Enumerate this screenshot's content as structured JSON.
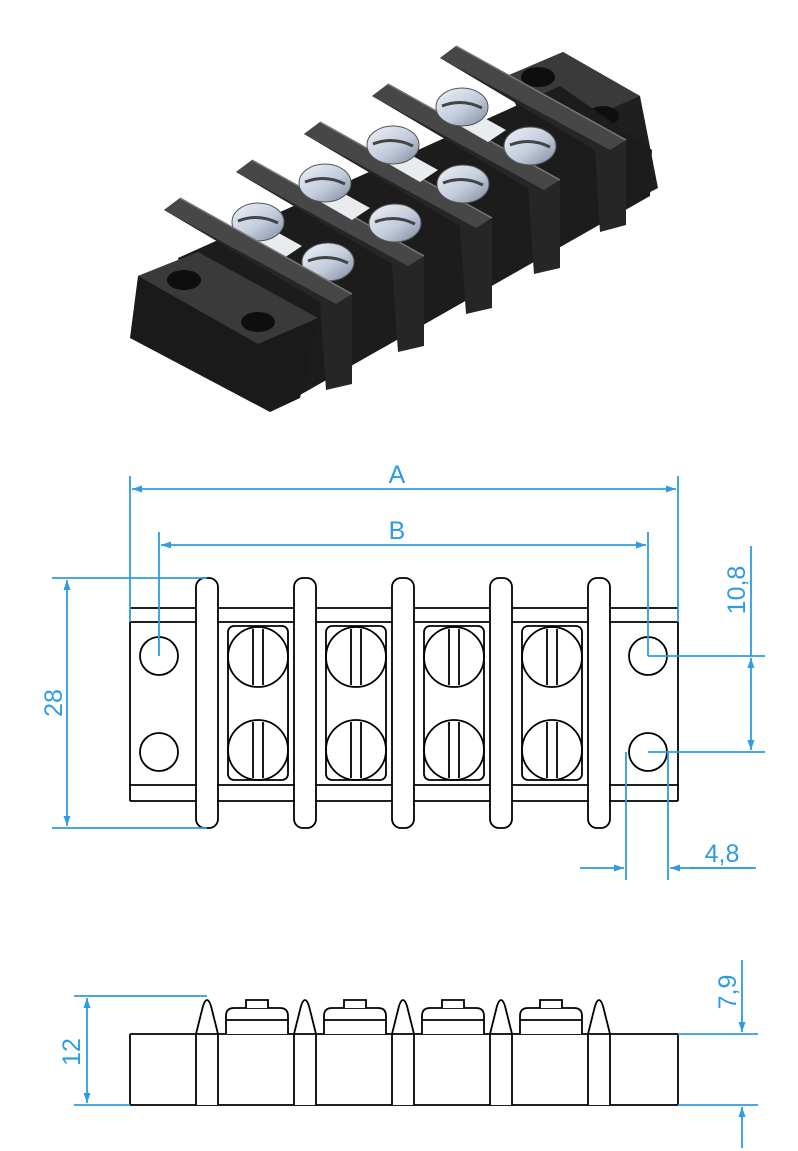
{
  "colors": {
    "dimension": "#2f9be4",
    "outline": "#000000",
    "body_dark": "#1c1c1c",
    "body_mid": "#2a2a2a",
    "body_top": "#3a3a3a",
    "screw": "#c9d3e2",
    "screw_shadow": "#8d98ab",
    "plate": "#e9ecef"
  },
  "views": {
    "isometric": {
      "description_icon": "terminal-block-3d-icon",
      "terminals": 4
    },
    "top_view": {
      "dimensions": {
        "overall_length": "A",
        "mount_hole_pitch": "B",
        "width": "28",
        "hole_row_spacing": "10,8",
        "hole_diameter": "4,8"
      }
    },
    "side_view": {
      "dimensions": {
        "height": "12",
        "base_height": "7,9"
      }
    }
  }
}
